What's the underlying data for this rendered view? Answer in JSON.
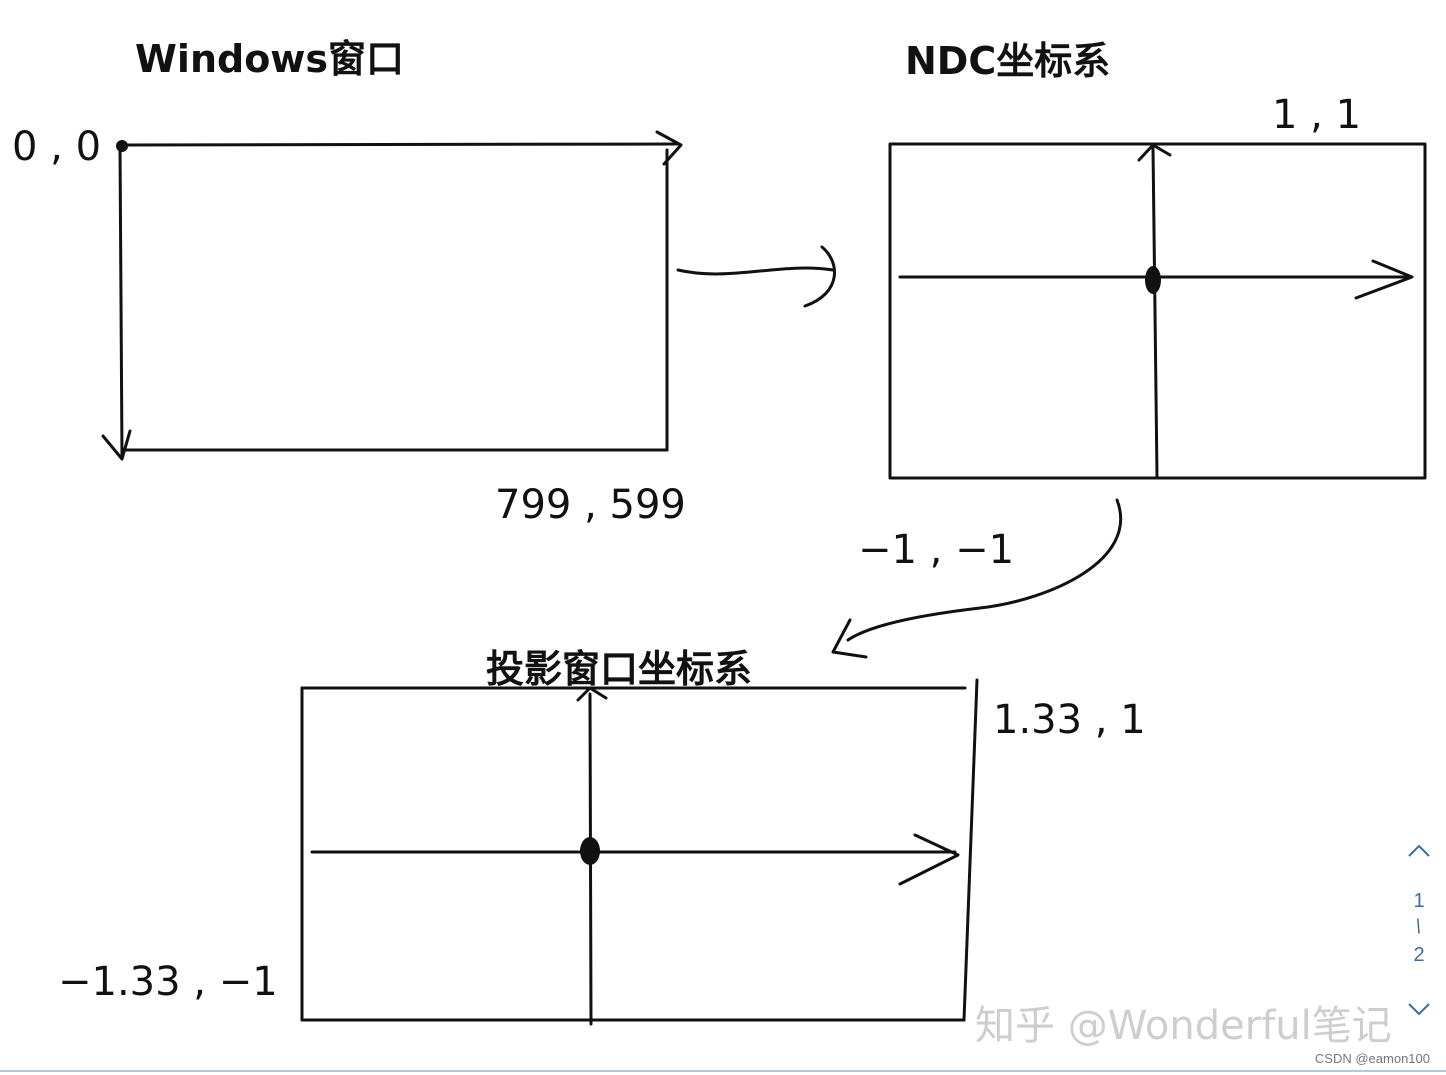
{
  "panels": {
    "windows": {
      "title": "Windows窗口",
      "origin_label": "0 , 0",
      "corner_label": "799 , 599"
    },
    "ndc": {
      "title": "NDC坐标系",
      "top_right_label": "1 , 1",
      "bottom_left_label": "−1 , −1"
    },
    "projection": {
      "title": "投影窗口坐标系",
      "top_right_label": "1.33 , 1",
      "bottom_left_label": "−1.33 ,  −1"
    }
  },
  "pager": {
    "current": "1",
    "separator": "/",
    "total": "2",
    "up_icon": "chevron-up-icon",
    "down_icon": "chevron-down-icon"
  },
  "watermark": "知乎 @Wonderful笔记",
  "credit": "CSDN @eamon100",
  "colors": {
    "ink": "#111111",
    "pager": "#3a6ea5",
    "watermark": "#bebebe"
  }
}
